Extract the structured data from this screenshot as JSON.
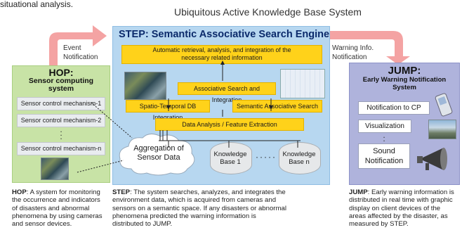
{
  "top_fragment": "situational analysis.",
  "system_title": "Ubiquitous Active Knowledge Base System",
  "labels": {
    "event_notification": [
      "Event",
      "Notification"
    ],
    "warning_notification": [
      "Warning Info.",
      "Notification"
    ]
  },
  "hop": {
    "title": "HOP:",
    "subtitle": [
      "Sensor computing",
      "system"
    ],
    "mechanisms": [
      "Sensor control mechanism-1",
      "Sensor control mechanism-2",
      "Sensor control mechanism-n"
    ]
  },
  "step": {
    "title": "STEP: Semantic Associative Search Engine",
    "auto_retrieval": [
      "Automatic retrieval, analysis, and integration of the",
      "necessary related information"
    ],
    "assoc_integration": "Associative Search and Integration",
    "spatio_temporal": "Spatio-Temporal DB Integration",
    "semantic_search": "Semantic Associative Search",
    "data_analysis": "Data Analysis / Feature Extraction",
    "aggregation": [
      "Aggregation of",
      "Sensor Data"
    ],
    "kb1": [
      "Knowledge",
      "Base 1"
    ],
    "kbn": [
      "Knowledge",
      "Base n"
    ]
  },
  "jump": {
    "title": "JUMP:",
    "subtitle": [
      "Early Warning Notification",
      "System"
    ],
    "notify_cp": "Notification to CP",
    "visualization": "Visualization",
    "sound": [
      "Sound",
      "Notification"
    ]
  },
  "descriptions": {
    "hop": {
      "term": "HOP",
      "lines": [
        ": A system for monitoring",
        "the occurrence and indicators",
        "of disasters and abnormal",
        "phenomena by using cameras",
        "and sensor devices."
      ]
    },
    "step": {
      "term": "STEP",
      "lines": [
        ": The system searches, analyzes, and integrates the",
        "environment data, which is acquired from cameras and",
        "sensors on a semantic space. If any disasters or abnormal",
        "phenomena predicted the warning information is",
        "distributed to JUMP."
      ]
    },
    "jump": {
      "term": "JUMP",
      "lines": [
        ": Early warning information is",
        "distributed in real time with graphic",
        "display on client devices of the",
        "areas affected by the disaster, as",
        "measured by STEP."
      ]
    }
  },
  "colors": {
    "arrow_pink": "#f4a3a3",
    "hop_green": "#c8e3a6",
    "step_blue": "#b7d7f0",
    "jump_purple": "#afb3dc",
    "yellow_box": "#ffd21a",
    "step_title": "#0b2a6b"
  }
}
